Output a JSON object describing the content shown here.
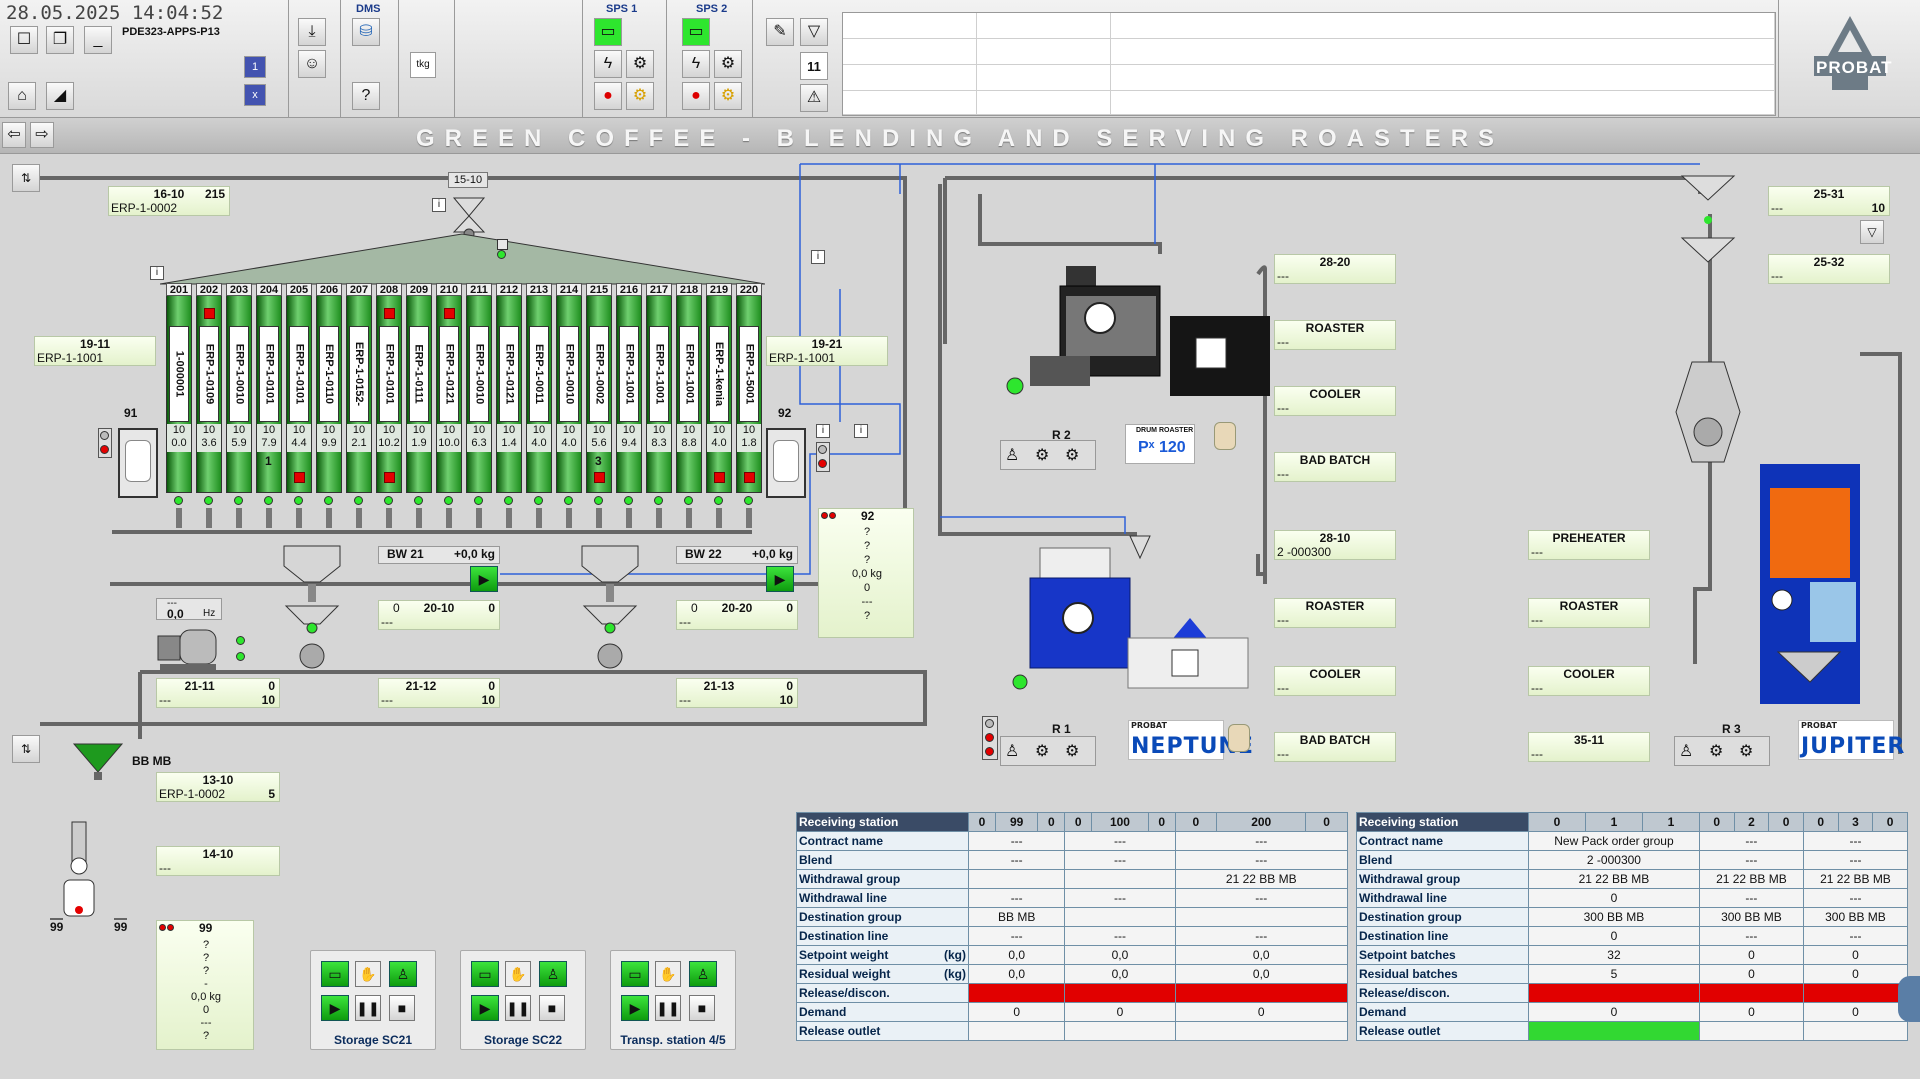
{
  "header": {
    "datetime": "28.05.2025 14:04:52",
    "host": "PDE323-APPS-P13",
    "dms": "DMS",
    "sps1": "SPS 1",
    "sps2": "SPS 2",
    "counter": "11",
    "kg_icon": "tkg"
  },
  "title": "GREEN COFFEE - BLENDING AND SERVING ROASTERS",
  "brand": {
    "probat": "PROBAT",
    "neptune": "NEPTUNE",
    "jupiter": "JUPITER",
    "drum_small": "DRUM ROASTER",
    "px": "Pˣ 120"
  },
  "labels": {
    "l1610": {
      "t": "16-10",
      "r": "215",
      "s": "ERP-1-0002"
    },
    "l1510": "15-10",
    "l1911": {
      "t": "19-11",
      "s": "ERP-1-1001"
    },
    "l1921": {
      "t": "19-21",
      "s": "ERP-1-1001"
    },
    "l2820a": {
      "t": "28-20",
      "s": "---"
    },
    "roasterA": {
      "t": "ROASTER",
      "s": "---"
    },
    "coolerA": {
      "t": "COOLER",
      "s": "---"
    },
    "badA": {
      "t": "BAD BATCH",
      "s": "---"
    },
    "l2810": {
      "t": "28-10",
      "s": "2 -000300"
    },
    "roasterB": {
      "t": "ROASTER",
      "s": "---"
    },
    "coolerB": {
      "t": "COOLER",
      "s": "---"
    },
    "badB": {
      "t": "BAD BATCH",
      "s": "---"
    },
    "preheater": {
      "t": "PREHEATER",
      "s": "---"
    },
    "roasterC": {
      "t": "ROASTER",
      "s": "---"
    },
    "coolerC": {
      "t": "COOLER",
      "s": "---"
    },
    "l3511": {
      "t": "35-11",
      "s": "---"
    },
    "l2531": {
      "t": "25-31",
      "r": "10",
      "s": "---"
    },
    "l2532": {
      "t": "25-32",
      "s": "---"
    },
    "l2111": {
      "t": "21-11",
      "r1": "0",
      "r2": "10",
      "s": "---"
    },
    "l2112": {
      "t": "21-12",
      "r1": "0",
      "r2": "10",
      "s": "---"
    },
    "l2113": {
      "t": "21-13",
      "r1": "0",
      "r2": "10",
      "s": "---"
    },
    "l2010": {
      "l": "0",
      "t": "20-10",
      "r": "0",
      "s": "---"
    },
    "l2020": {
      "l": "0",
      "t": "20-20",
      "r": "0",
      "s": "---"
    },
    "l1310": {
      "t": "13-10",
      "s": "ERP-1-0002",
      "r": "5"
    },
    "l1410": {
      "t": "14-10",
      "s": "---"
    },
    "bw21": {
      "t": "BW 21",
      "v": "+0,0 kg"
    },
    "bw22": {
      "t": "BW 22",
      "v": "+0,0 kg"
    },
    "bbmb": "BB MB",
    "n91": "91",
    "n92": "92",
    "n99a": "99",
    "n99b": "99",
    "r1": "R 1",
    "r2": "R 2",
    "r3": "R 3",
    "hz": {
      "v": "0,0",
      "u": "Hz",
      "top": "---",
      "z": "0"
    }
  },
  "box92": {
    "title": "92",
    "lines": [
      "?",
      "?",
      "?",
      "0,0 kg",
      "0",
      "---",
      "?"
    ]
  },
  "box99": {
    "title": "99",
    "lines": [
      "?",
      "?",
      "?",
      "-",
      "0,0 kg",
      "0",
      "---",
      "?"
    ]
  },
  "silos": [
    {
      "n": "201",
      "c": "1-000001",
      "f": [
        "10",
        "0.0"
      ],
      "top": false,
      "bot": false,
      "x": ""
    },
    {
      "n": "202",
      "c": "ERP-1-0109",
      "f": [
        "10",
        "3.6"
      ],
      "top": true,
      "bot": false,
      "x": ""
    },
    {
      "n": "203",
      "c": "ERP-1-0010",
      "f": [
        "10",
        "5.9"
      ],
      "top": false,
      "bot": false,
      "x": ""
    },
    {
      "n": "204",
      "c": "ERP-1-0101",
      "f": [
        "10",
        "7.9"
      ],
      "top": false,
      "bot": false,
      "x": "1"
    },
    {
      "n": "205",
      "c": "ERP-1-0101",
      "f": [
        "10",
        "4.4"
      ],
      "top": false,
      "bot": true,
      "x": ""
    },
    {
      "n": "206",
      "c": "ERP-1-0110",
      "f": [
        "10",
        "9.9"
      ],
      "top": false,
      "bot": false,
      "x": ""
    },
    {
      "n": "207",
      "c": "ERP-1-0152-",
      "f": [
        "10",
        "2.1"
      ],
      "top": false,
      "bot": false,
      "x": ""
    },
    {
      "n": "208",
      "c": "ERP-1-0101",
      "f": [
        "10",
        "10.2"
      ],
      "top": true,
      "bot": true,
      "x": ""
    },
    {
      "n": "209",
      "c": "ERP-1-0111",
      "f": [
        "10",
        "1.9"
      ],
      "top": false,
      "bot": false,
      "x": ""
    },
    {
      "n": "210",
      "c": "ERP-1-0121",
      "f": [
        "10",
        "10.0"
      ],
      "top": true,
      "bot": false,
      "x": ""
    },
    {
      "n": "211",
      "c": "ERP-1-0010",
      "f": [
        "10",
        "6.3"
      ],
      "top": false,
      "bot": false,
      "x": ""
    },
    {
      "n": "212",
      "c": "ERP-1-0121",
      "f": [
        "10",
        "1.4"
      ],
      "top": false,
      "bot": false,
      "x": ""
    },
    {
      "n": "213",
      "c": "ERP-1-0011",
      "f": [
        "10",
        "4.0"
      ],
      "top": false,
      "bot": false,
      "x": ""
    },
    {
      "n": "214",
      "c": "ERP-1-0010",
      "f": [
        "10",
        "4.0"
      ],
      "top": false,
      "bot": false,
      "x": ""
    },
    {
      "n": "215",
      "c": "ERP-1-0002",
      "f": [
        "10",
        "5.6"
      ],
      "top": false,
      "bot": true,
      "x": "3"
    },
    {
      "n": "216",
      "c": "ERP-1-1001",
      "f": [
        "10",
        "9.4"
      ],
      "top": false,
      "bot": false,
      "x": ""
    },
    {
      "n": "217",
      "c": "ERP-1-1001",
      "f": [
        "10",
        "8.3"
      ],
      "top": false,
      "bot": false,
      "x": ""
    },
    {
      "n": "218",
      "c": "ERP-1-1001",
      "f": [
        "10",
        "8.8"
      ],
      "top": false,
      "bot": false,
      "x": ""
    },
    {
      "n": "219",
      "c": "ERP-1-kenia",
      "f": [
        "10",
        "4.0"
      ],
      "top": false,
      "bot": true,
      "x": ""
    },
    {
      "n": "220",
      "c": "ERP-1-5001",
      "f": [
        "10",
        "1.8"
      ],
      "top": false,
      "bot": true,
      "x": ""
    }
  ],
  "panels": [
    {
      "name": "Storage SC21"
    },
    {
      "name": "Storage SC22"
    },
    {
      "name": "Transp. station 4/5"
    }
  ],
  "table1": {
    "header": [
      "Receiving station",
      "0",
      "99",
      "0",
      "0",
      "100",
      "0",
      "0",
      "200",
      "0"
    ],
    "rows": [
      {
        "h": "Contract name",
        "v": [
          "---",
          "---",
          "---"
        ]
      },
      {
        "h": "Blend",
        "v": [
          "---",
          "---",
          "---"
        ]
      },
      {
        "h": "Withdrawal group",
        "v": [
          "",
          "",
          "21 22 BB MB"
        ]
      },
      {
        "h": "Withdrawal line",
        "v": [
          "---",
          "---",
          "---"
        ]
      },
      {
        "h": "Destination group",
        "v": [
          "BB MB",
          "",
          ""
        ]
      },
      {
        "h": "Destination line",
        "v": [
          "---",
          "---",
          "---"
        ]
      },
      {
        "h": "Setpoint weight",
        "u": "(kg)",
        "v": [
          "0,0",
          "0,0",
          "0,0"
        ]
      },
      {
        "h": "Residual weight",
        "u": "(kg)",
        "v": [
          "0,0",
          "0,0",
          "0,0"
        ]
      },
      {
        "h": "Release/discon.",
        "v": [
          "",
          "",
          ""
        ]
      },
      {
        "h": "Demand",
        "v": [
          "0",
          "0",
          "0"
        ]
      },
      {
        "h": "Release outlet",
        "v": [
          "",
          "",
          ""
        ]
      }
    ]
  },
  "table2": {
    "header": [
      "Receiving station",
      "0",
      "1",
      "1",
      "0",
      "2",
      "0",
      "0",
      "3",
      "0"
    ],
    "rows": [
      {
        "h": "Contract name",
        "v": [
          "New Pack order group",
          "---",
          "---"
        ]
      },
      {
        "h": "Blend",
        "v": [
          "2 -000300",
          "---",
          "---"
        ]
      },
      {
        "h": "Withdrawal group",
        "v": [
          "21 22 BB MB",
          "21 22 BB MB",
          "21 22 BB MB"
        ]
      },
      {
        "h": "Withdrawal line",
        "v": [
          "0",
          "---",
          "---"
        ]
      },
      {
        "h": "Destination group",
        "v": [
          "300 BB MB",
          "300 BB MB",
          "300 BB MB"
        ]
      },
      {
        "h": "Destination line",
        "v": [
          "0",
          "---",
          "---"
        ]
      },
      {
        "h": "Setpoint batches",
        "v": [
          "32",
          "0",
          "0"
        ]
      },
      {
        "h": "Residual batches",
        "v": [
          "5",
          "0",
          "0"
        ]
      },
      {
        "h": "Release/discon.",
        "v": [
          "",
          "",
          ""
        ]
      },
      {
        "h": "Demand",
        "v": [
          "0",
          "0",
          "0"
        ]
      },
      {
        "h": "Release outlet",
        "v": [
          "",
          "",
          ""
        ]
      }
    ]
  },
  "colors": {
    "accent_green": "#2ee62e",
    "alarm_red": "#e40000",
    "header_blue": "#3a4b66",
    "neptune_blue": "#0a4ab8"
  }
}
